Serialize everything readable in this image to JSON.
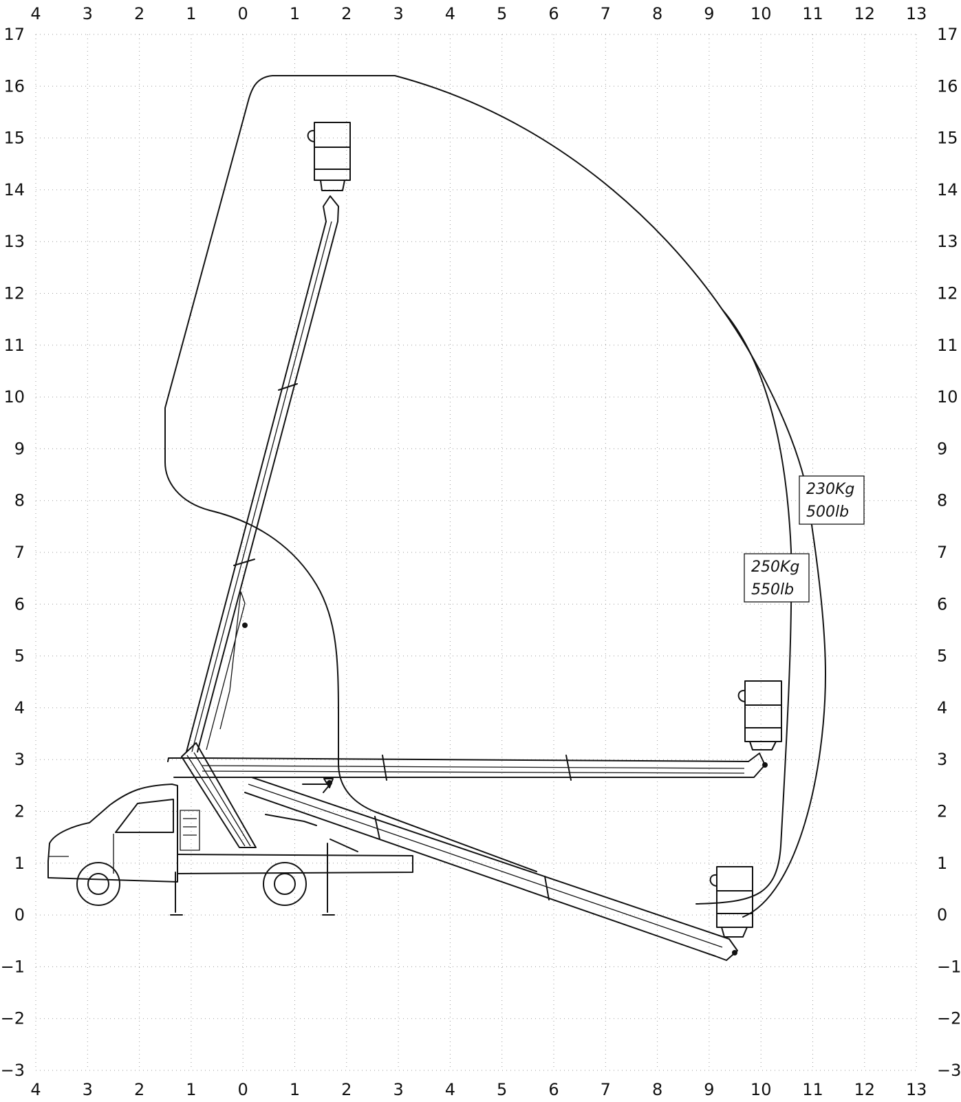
{
  "axes": {
    "x_ticks": [
      "4",
      "3",
      "2",
      "1",
      "0",
      "1",
      "2",
      "3",
      "4",
      "5",
      "6",
      "7",
      "8",
      "9",
      "10",
      "11",
      "12",
      "13"
    ],
    "y_ticks": [
      "17",
      "16",
      "15",
      "14",
      "13",
      "12",
      "11",
      "10",
      "9",
      "8",
      "7",
      "6",
      "5",
      "4",
      "3",
      "2",
      "1",
      "0",
      "−1",
      "−2",
      "−3"
    ]
  },
  "load_labels": [
    {
      "weight": "230Kg",
      "pounds": "500lb"
    },
    {
      "weight": "250Kg",
      "pounds": "550lb"
    }
  ],
  "colors": {
    "ink": "#111111",
    "grid": "#9a9a9a",
    "background": "#ffffff"
  }
}
